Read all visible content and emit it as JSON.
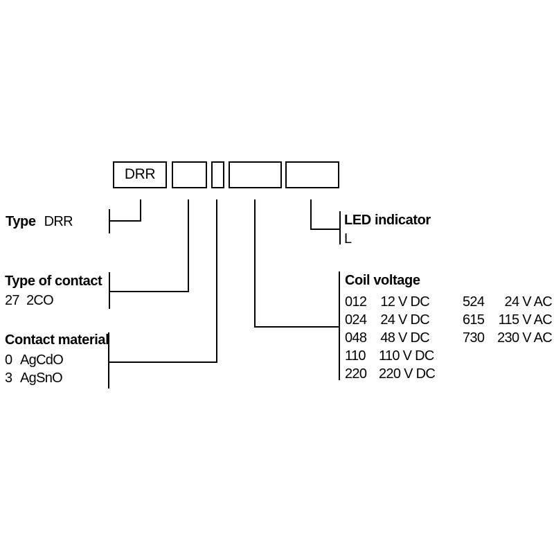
{
  "page": {
    "background": "#ffffff",
    "ink_color": "#000000"
  },
  "order_code": {
    "boxes": [
      {
        "label": "DRR"
      },
      {
        "label": ""
      },
      {
        "label": ""
      },
      {
        "label": ""
      },
      {
        "label": ""
      }
    ]
  },
  "legend": {
    "type": {
      "title": "Type",
      "value": "DRR"
    },
    "type_of_contact": {
      "title": "Type of contact",
      "entries": [
        {
          "code": "27",
          "value": "2CO"
        }
      ]
    },
    "contact_material": {
      "title": "Contact material",
      "entries": [
        {
          "code": "0",
          "value": "AgCdO"
        },
        {
          "code": "3",
          "value": "AgSnO"
        }
      ]
    },
    "led_indicator": {
      "title": "LED indicator",
      "entries": [
        {
          "code": "L",
          "value": ""
        }
      ]
    },
    "coil_voltage": {
      "title": "Coil voltage",
      "dc_options": [
        {
          "code": "012",
          "value": "12 V DC"
        },
        {
          "code": "024",
          "value": "24 V DC"
        },
        {
          "code": "048",
          "value": "48 V DC"
        },
        {
          "code": "110",
          "value": "110 V DC"
        },
        {
          "code": "220",
          "value": "220 V DC"
        }
      ],
      "ac_options": [
        {
          "code": "524",
          "value": "24 V AC"
        },
        {
          "code": "615",
          "value": "115 V AC"
        },
        {
          "code": "730",
          "value": "230 V AC"
        }
      ]
    }
  }
}
